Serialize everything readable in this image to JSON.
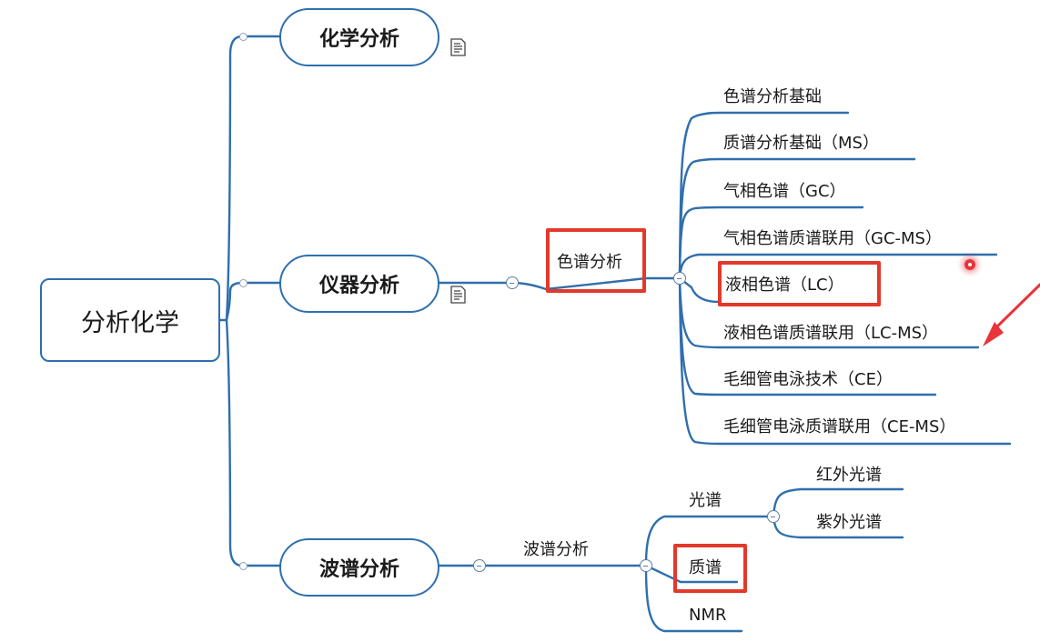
{
  "root": {
    "label": "分析化学"
  },
  "main_topics": [
    {
      "label": "化学分析"
    },
    {
      "label": "仪器分析"
    },
    {
      "label": "波谱分析"
    }
  ],
  "chromatography": {
    "label": "色谱分析",
    "children": [
      "色谱分析基础",
      "质谱分析基础（MS）",
      "气相色谱（GC）",
      "气相色谱质谱联用（GC-MS）",
      "液相色谱（LC）",
      "液相色谱质谱联用（LC-MS）",
      "毛细管电泳技术（CE）",
      "毛细管电泳质谱联用（CE-MS）"
    ]
  },
  "spectroscopy": {
    "label": "波谱分析",
    "children": [
      {
        "label": "光谱",
        "children": [
          "红外光谱",
          "紫外光谱"
        ]
      },
      {
        "label": "质谱"
      },
      {
        "label": "NMR"
      }
    ]
  },
  "colors": {
    "branch": "#2f6fad",
    "highlight": "#e2392b",
    "pointer": "#e8343a"
  },
  "icons": [
    "note-icon",
    "collapse-icon",
    "expand-dot-icon",
    "arrow-annotation-icon",
    "cursor-pointer-icon"
  ]
}
